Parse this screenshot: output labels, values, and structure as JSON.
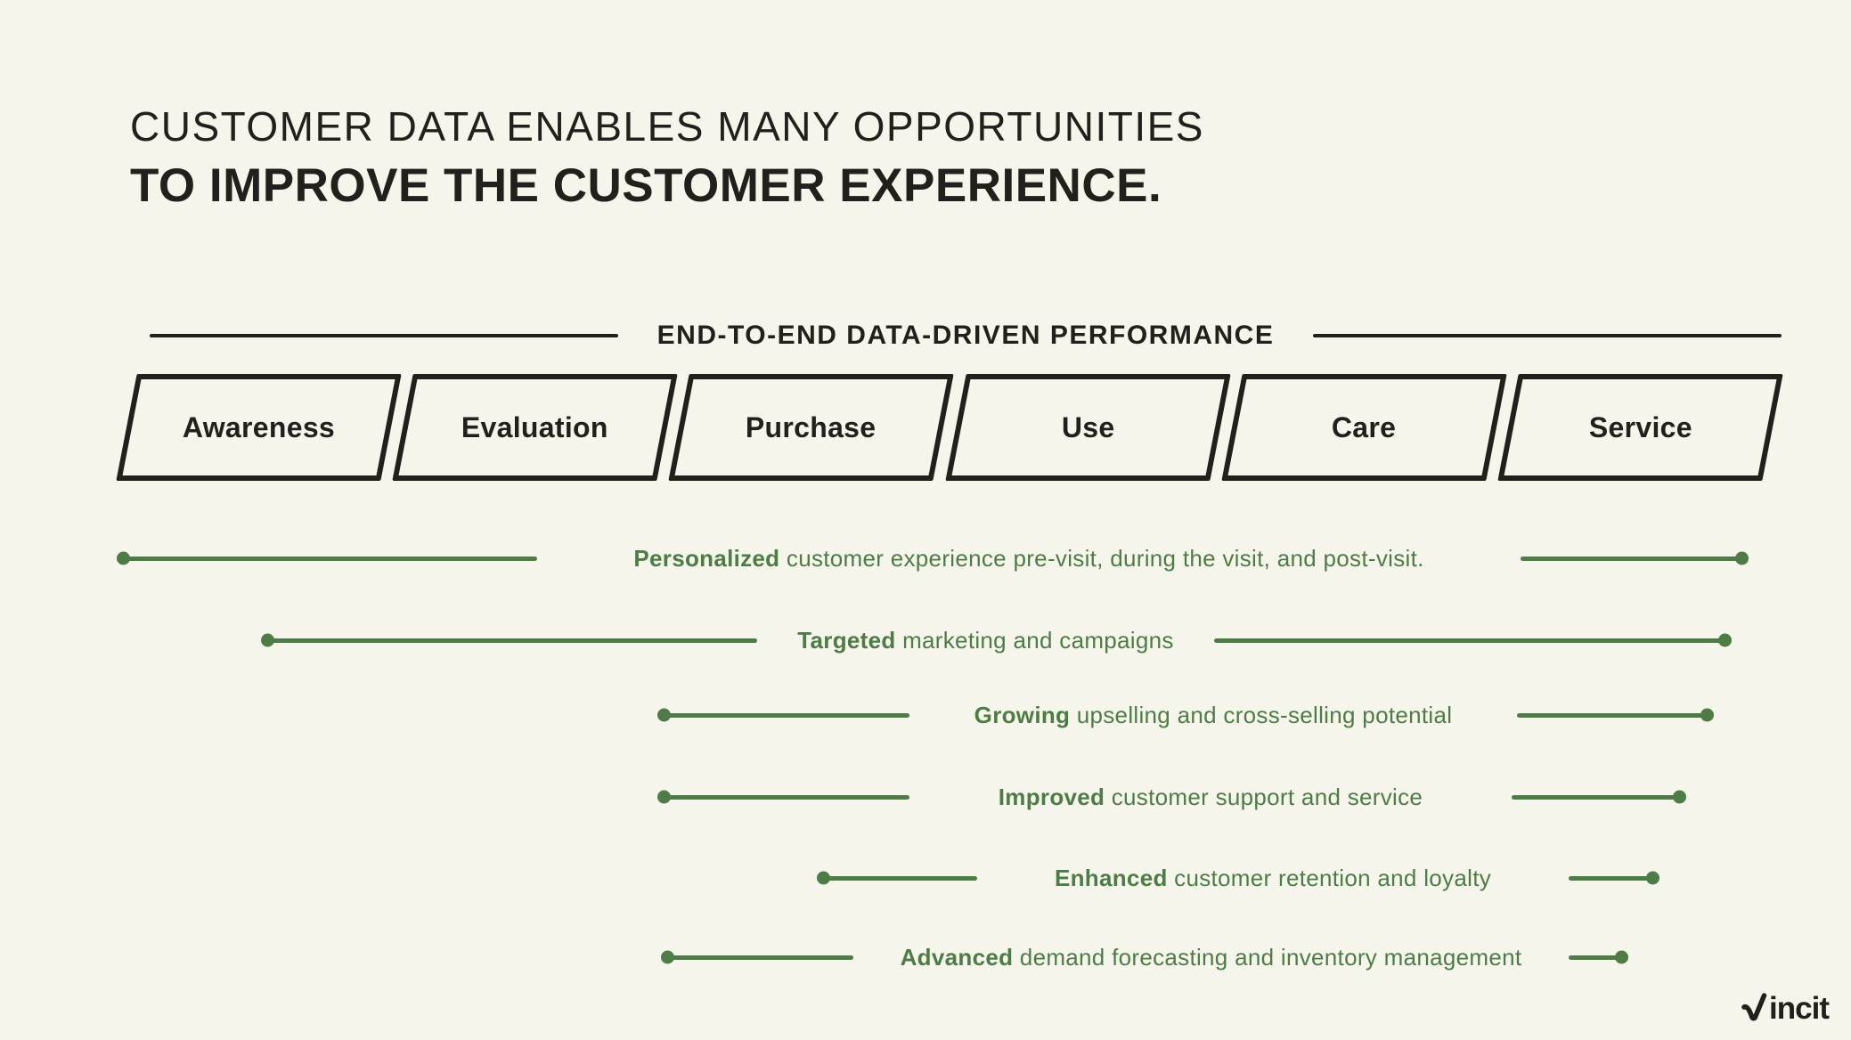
{
  "slide": {
    "title_line1": "CUSTOMER DATA ENABLES MANY OPPORTUNITIES",
    "title_line2": "TO IMPROVE THE CUSTOMER EXPERIENCE.",
    "journey_header": "END-TO-END DATA-DRIVEN PERFORMANCE",
    "stages": [
      "Awareness",
      "Evaluation",
      "Purchase",
      "Use",
      "Care",
      "Service"
    ],
    "benefits": [
      {
        "lead": "Personalized",
        "rest": " customer experience pre-visit, during the visit, and post-visit."
      },
      {
        "lead": "Targeted",
        "rest": " marketing and campaigns"
      },
      {
        "lead": "Growing",
        "rest": " upselling and cross-selling potential"
      },
      {
        "lead": "Improved",
        "rest": " customer support and service"
      },
      {
        "lead": "Enhanced",
        "rest": " customer retention and loyalty"
      },
      {
        "lead": "Advanced",
        "rest": " demand forecasting and inventory management"
      }
    ],
    "logo_text": "incit",
    "colors": {
      "background": "#f6f5ec",
      "ink": "#21201d",
      "green": "#4e7c46"
    }
  }
}
